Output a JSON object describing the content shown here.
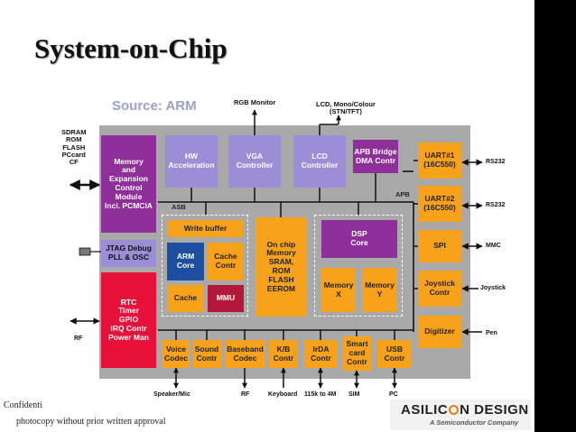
{
  "slide": {
    "title": "System-on-Chip",
    "footer_line1": "Confidenti",
    "footer_line2": "photocopy without prior written approval"
  },
  "logo": {
    "main_pre": "ASILIC",
    "main_post": "N DESIGN",
    "tagline": "A Semiconductor Company"
  },
  "diagram": {
    "source_label": "Source: ARM",
    "bus_labels": {
      "asb": "ASB",
      "apb": "APB"
    },
    "blocks": {
      "memory_ctrl": "Memory\nand\nExpansion\nControl\nModule\nIncl. PCMCIA",
      "hw_accel": "HW\nAcceleration",
      "vga": "VGA\nController",
      "lcd": "LCD\nController",
      "apb_bridge": "APB Bridge\nDMA Contr",
      "uart1": "UART#1\n(16C550)",
      "uart2": "UART#2\n(16C550)",
      "spi": "SPI",
      "joystick": "Joystick\nContr",
      "digitizer": "Digitizer",
      "jtag": "JTAG Debug\nPLL & OSC",
      "rtc": "RTC\nTimer\nGPIO\nIRQ Contr\nPower Man",
      "write_buffer": "Write buffer",
      "arm_core": "ARM\nCore",
      "cache_contr": "Cache\nContr",
      "cache": "Cache",
      "mmu": "MMU",
      "onchip_mem": "On chip\nMemory\nSRAM,\nROM\nFLASH\nEEROM",
      "dsp_core": "DSP\nCore",
      "mem_x": "Memory\nX",
      "mem_y": "Memory\nY",
      "voice": "Voice\nCodec",
      "sound": "Sound\nContr",
      "baseband": "Baseband\nCodec",
      "kb": "K/B\nContr",
      "irda": "IrDA\nContr",
      "smartcard": "Smart\ncard\nContr",
      "usb": "USB\nContr"
    },
    "external_labels": {
      "rgb_monitor": "RGB Monitor",
      "lcd_panel": "LCD, Mono/Colour\n(STN/TFT)",
      "sdram": "SDRAM\nROM\nFLASH\nPCcard\nCF",
      "rs232_1": "RS232",
      "rs232_2": "RS232",
      "mmc": "MMC",
      "joystick": "Joystick",
      "pen": "Pen",
      "rf_left": "RF",
      "speaker": "Speaker/Mic",
      "rf_bottom": "RF",
      "keyboard": "Keyboard",
      "irda_speed": "115k to 4M",
      "sim": "SIM",
      "pc": "PC"
    }
  }
}
